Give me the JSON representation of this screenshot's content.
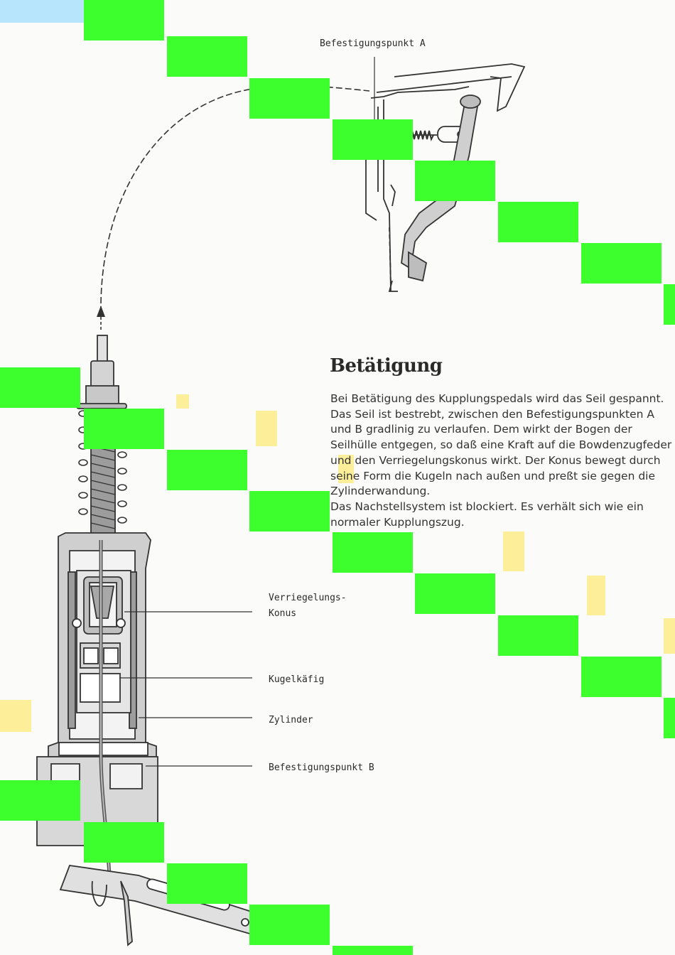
{
  "labels": {
    "point_a": "Befestigungspunkt A",
    "cone_line1": "Verriegelungs-",
    "cone_line2": "Konus",
    "ball_cage": "Kugelkäfig",
    "cylinder": "Zylinder",
    "point_b": "Befestigungspunkt B"
  },
  "section": {
    "title": "Betätigung",
    "paragraphs": [
      "Bei Betätigung des Kupplungspedals wird das Seil gespannt. Das Seil ist bestrebt, zwischen den Befestigungspunkten A und B gradlinig zu verlaufen. Dem wirkt der Bogen der Seilhülle entgegen, so daß eine Kraft auf die Bowdenzugfeder und den Verriegelungskonus wirkt. Der Konus bewegt durch seine Form die Kugeln nach außen und preßt sie gegen die Zylinderwandung.",
      "Das Nachstellsystem ist blockiert. Es verhält sich wie ein normaler Kupplungszug."
    ]
  },
  "colors": {
    "overlay_green": "#3dff2e",
    "ink": "#2a2a2a",
    "part_gray": "#c8c8c8"
  }
}
